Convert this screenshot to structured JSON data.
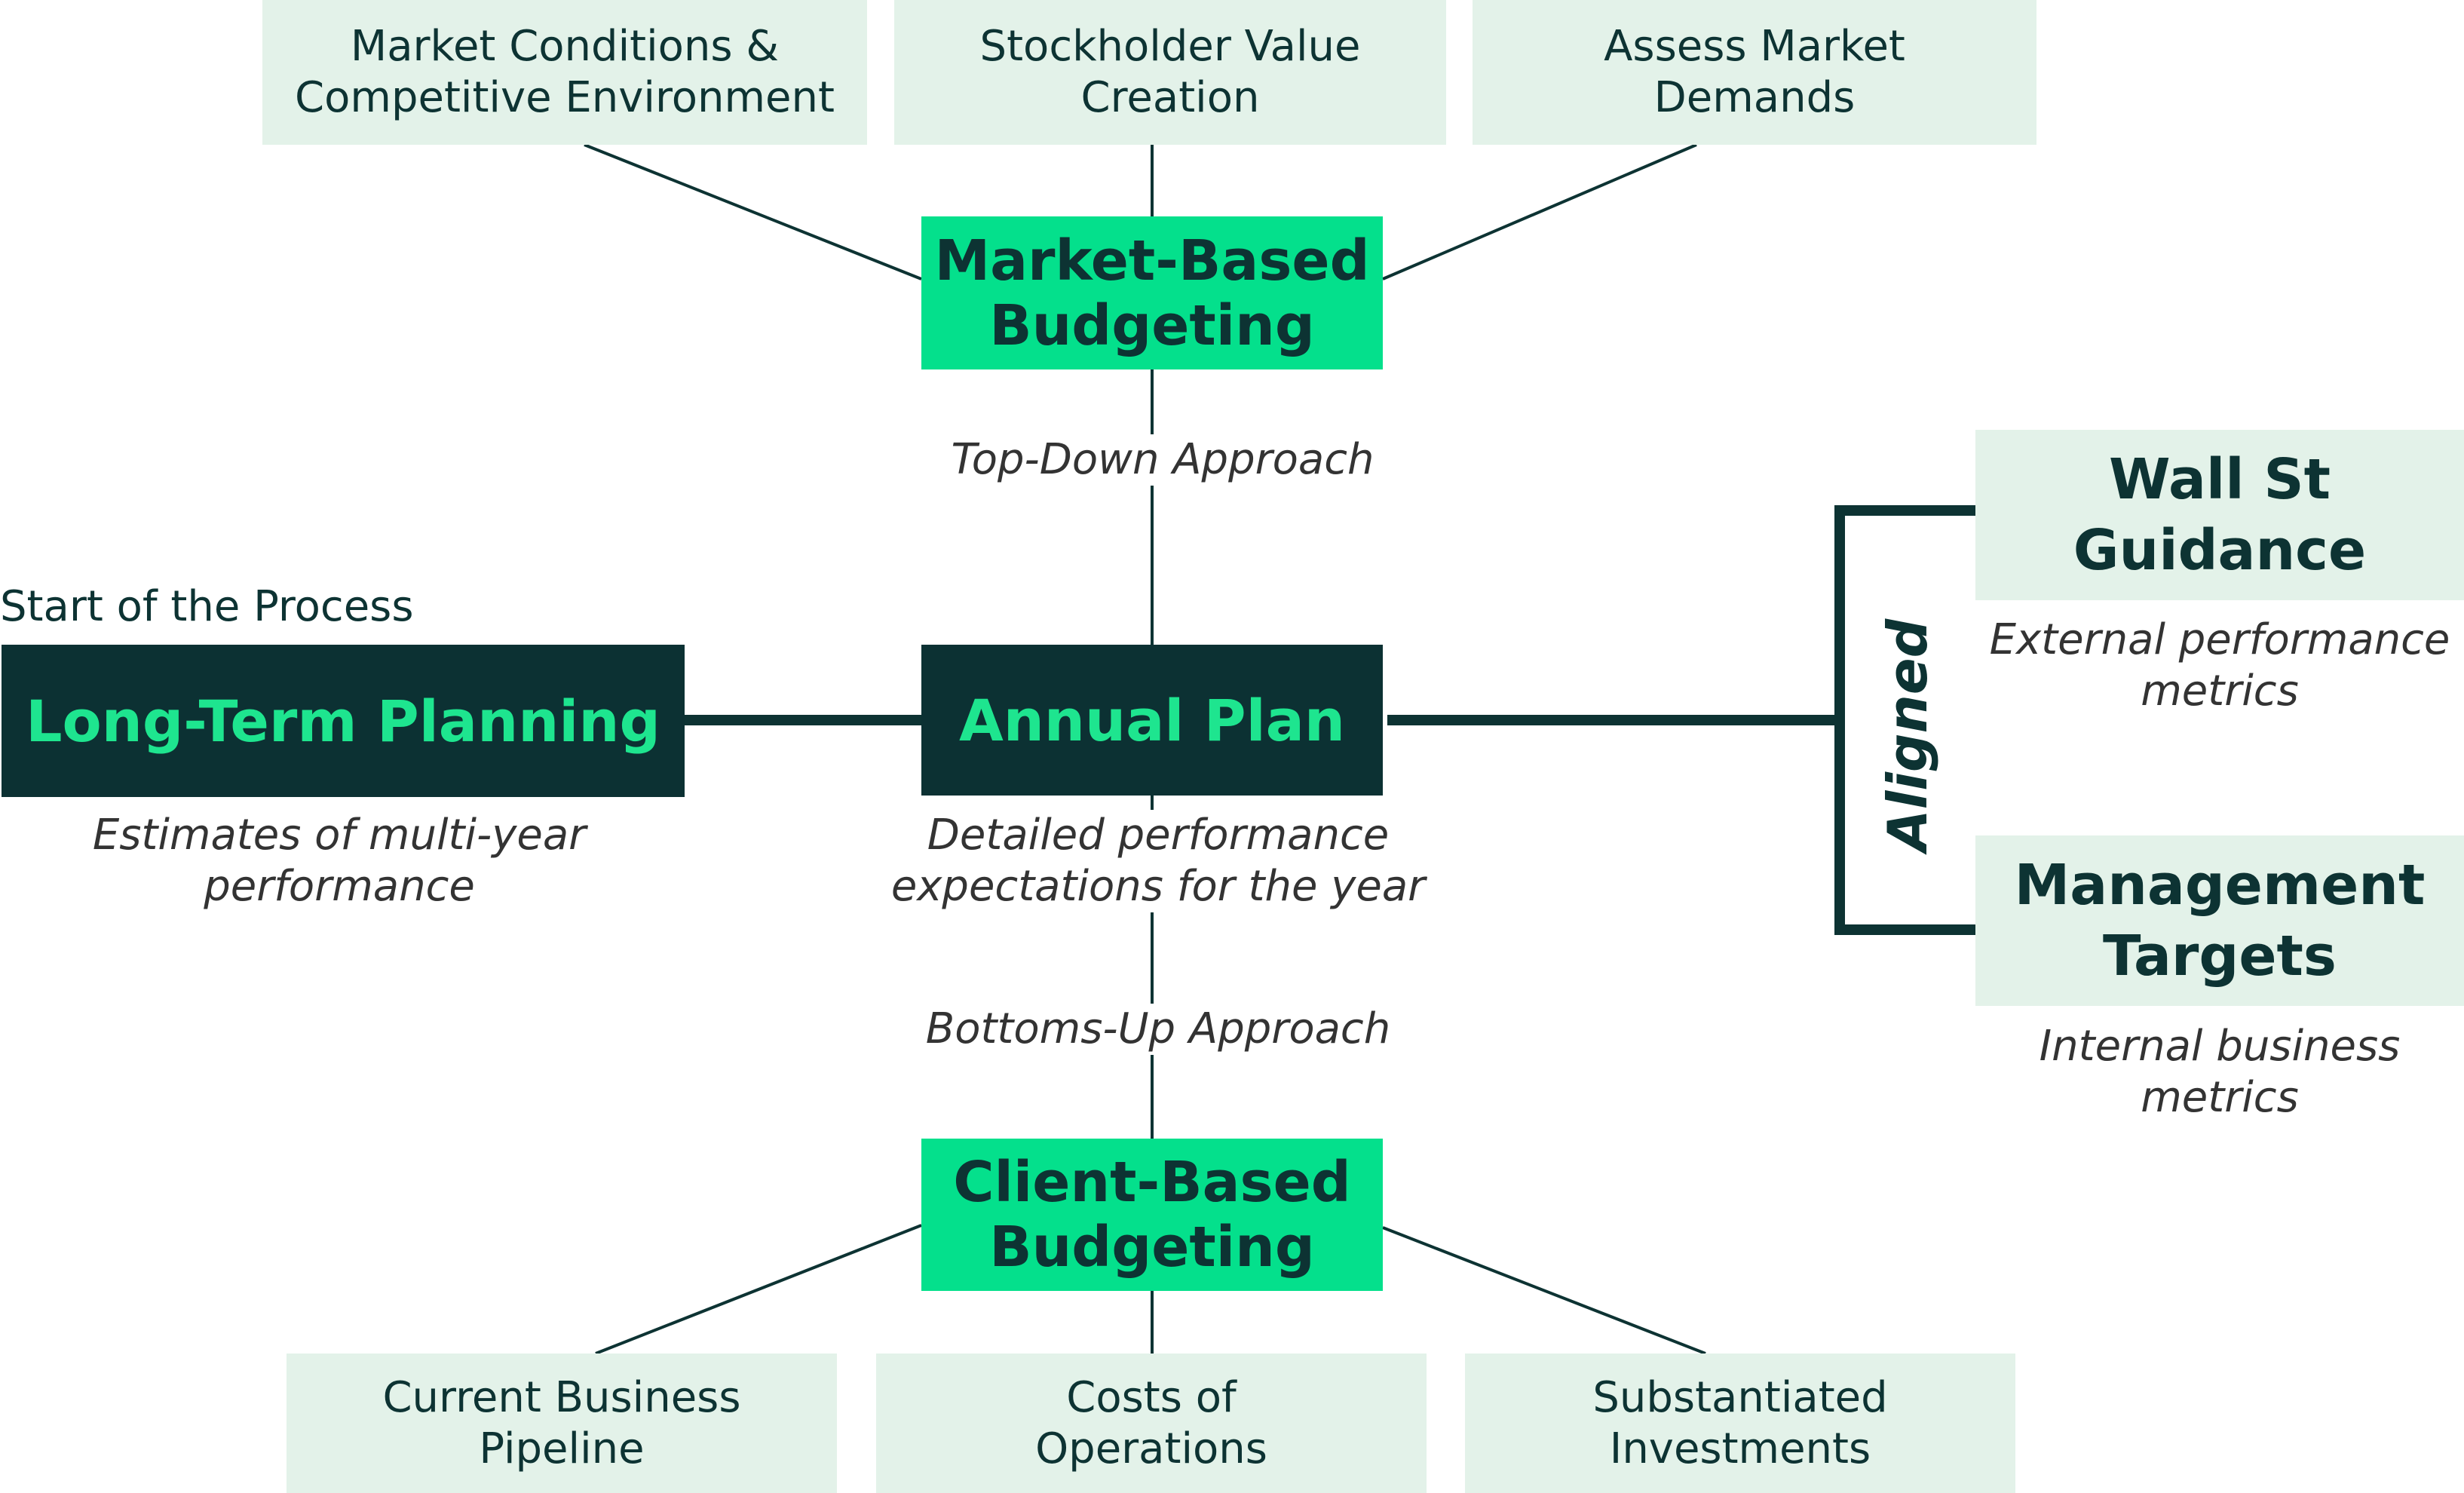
{
  "market_factors": [
    "Market Conditions &\nCompetitive Environment",
    "Stockholder Value\nCreation",
    "Assess Market\nDemands"
  ],
  "market_based": "Market-Based\nBudgeting",
  "top_down": "Top-Down Approach",
  "start_label": "Start of the Process",
  "long_term": {
    "title": "Long-Term Planning",
    "caption": "Estimates of multi-year\nperformance"
  },
  "annual_plan": {
    "title": "Annual Plan",
    "caption": "Detailed performance\nexpectations for the year"
  },
  "bottoms_up": "Bottoms-Up Approach",
  "client_based": "Client-Based\nBudgeting",
  "client_factors": [
    "Current Business\nPipeline",
    "Costs of\nOperations",
    "Substantiated\nInvestments"
  ],
  "aligned": "Aligned",
  "wall_st": {
    "title": "Wall St\nGuidance",
    "caption": "External  performance\nmetrics"
  },
  "management": {
    "title": "Management\nTargets",
    "caption": "Internal business\nmetrics"
  },
  "colors": {
    "light_box": "#e3f2e9",
    "green_box": "#04e08c",
    "dark_box": "#0c3133",
    "dark_box_text": "#1ee58f",
    "line": "#0d3333"
  }
}
